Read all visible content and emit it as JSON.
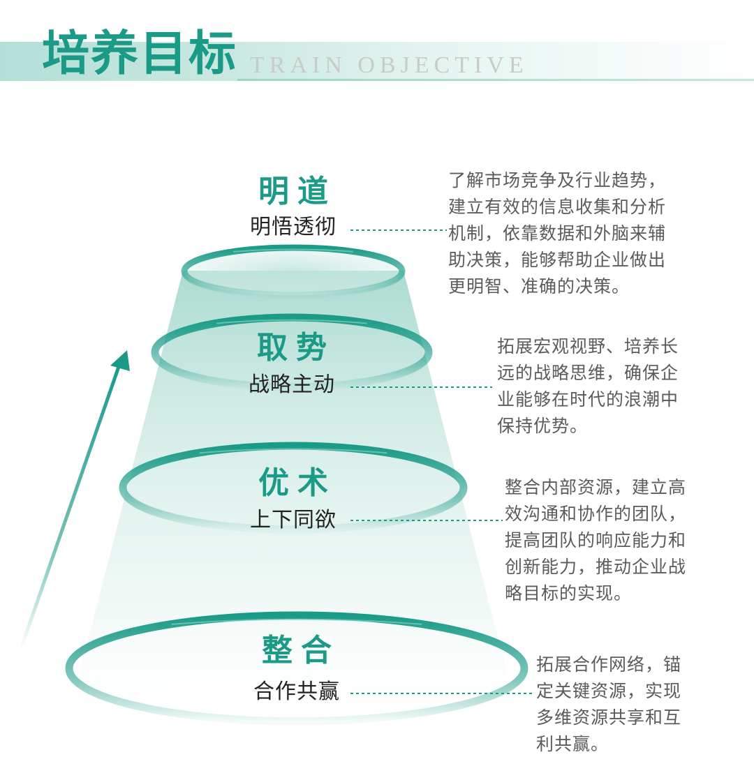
{
  "header": {
    "title_cn": "培养目标",
    "title_en": "TRAIN OBJECTIVE"
  },
  "colors": {
    "accent": "#1a9a87",
    "accent_light": "#b3dfd6",
    "text_dark": "#222222",
    "text_body": "#5b5b5b"
  },
  "levels": [
    {
      "title": "明道",
      "subtitle": "明悟透彻",
      "desc": [
        "了解市场竞争及行业趋势，",
        "建立有效的信息收集和分析",
        "机制，依靠数据和外脑来辅",
        "助决策，能够帮助企业做出",
        "更明智、准确的决策。"
      ]
    },
    {
      "title": "取势",
      "subtitle": "战略主动",
      "desc": [
        "拓展宏观视野、培养长",
        "远的战略思维，确保企",
        "业能够在时代的浪潮中",
        "保持优势。"
      ]
    },
    {
      "title": "优术",
      "subtitle": "上下同欲",
      "desc": [
        "整合内部资源，建立高",
        "效沟通和协作的团队，",
        "提高团队的响应能力和",
        "创新能力，推动企业战",
        "略目标的实现。"
      ]
    },
    {
      "title": "整合",
      "subtitle": "合作共赢",
      "desc": [
        "拓展合作网络，锚",
        "定关键资源，实现",
        "多维资源共享和互",
        "利共赢。"
      ]
    }
  ]
}
